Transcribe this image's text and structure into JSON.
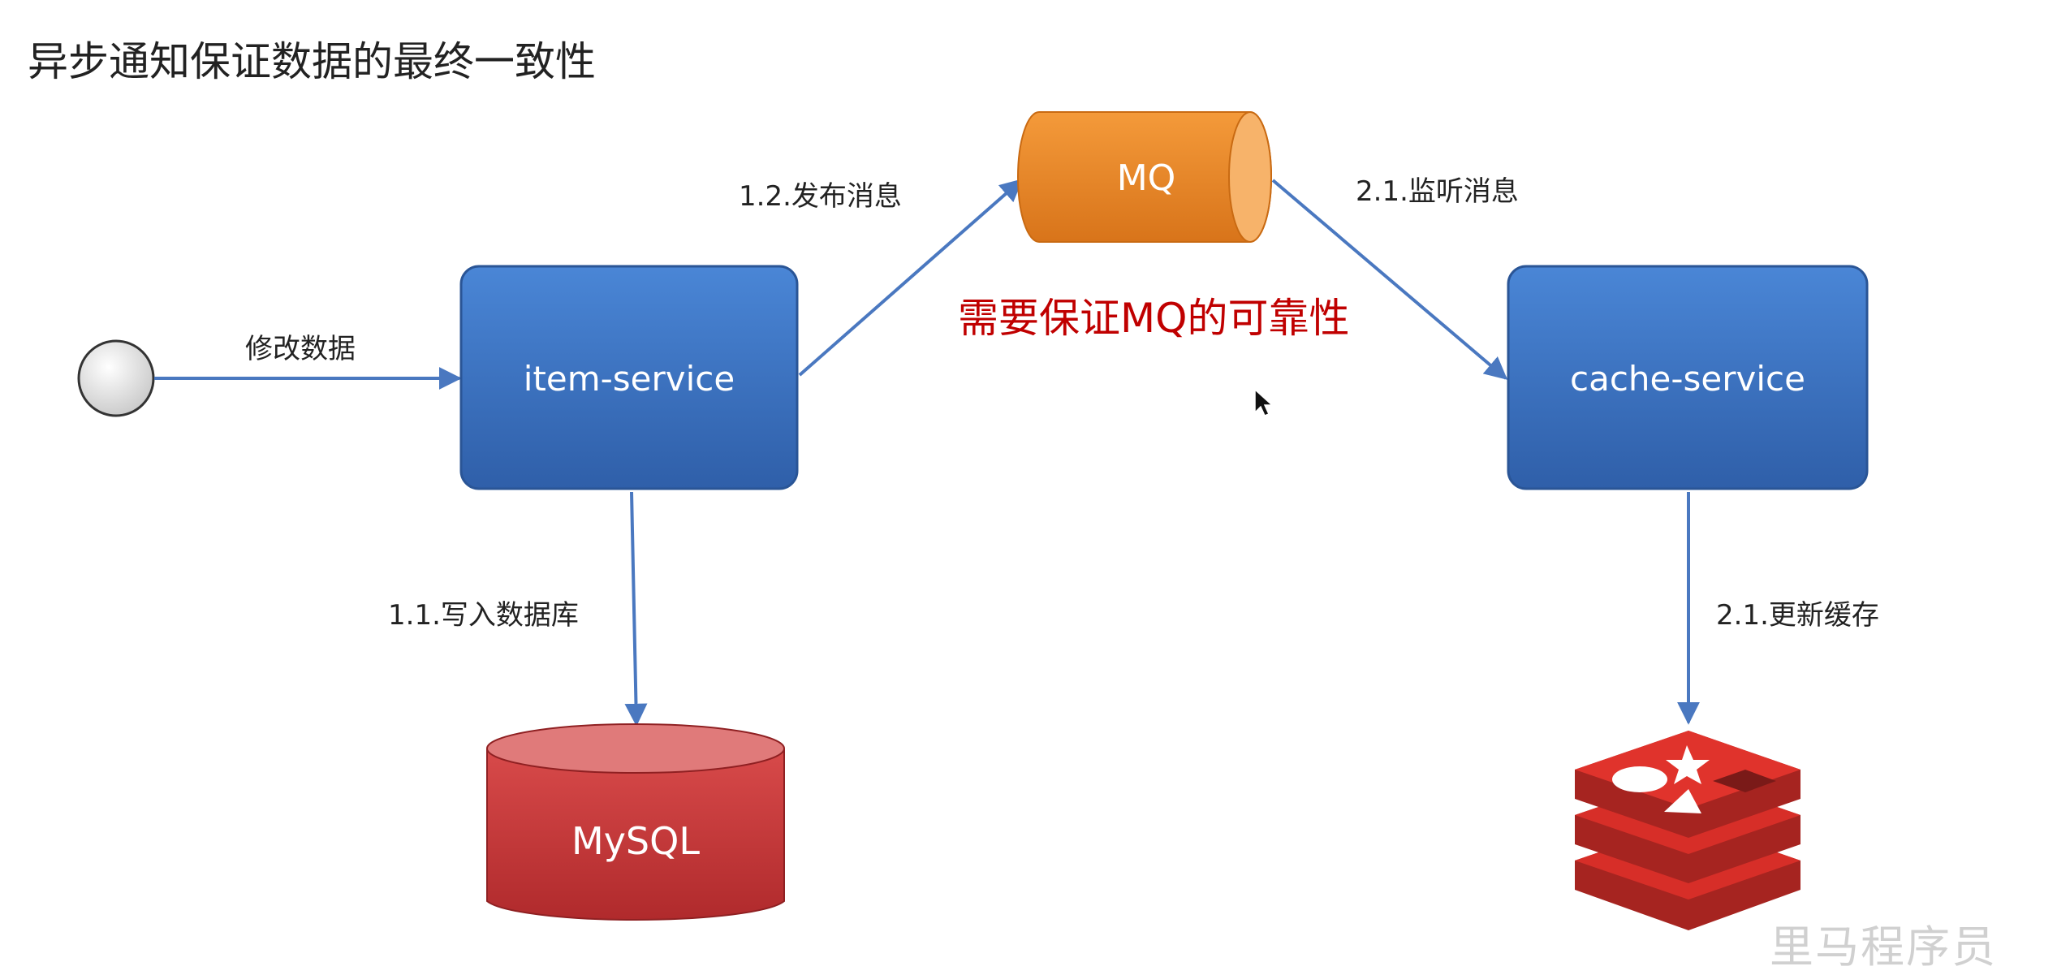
{
  "title": "异步通知保证数据的最终一致性",
  "nodes": {
    "item_service": "item-service",
    "cache_service": "cache-service",
    "mq": "MQ",
    "mysql": "MySQL"
  },
  "edges": {
    "modify_data": "修改数据",
    "publish_message": "1.2.发布消息",
    "listen_message": "2.1.监听消息",
    "write_db": "1.1.写入数据库",
    "update_cache": "2.1.更新缓存"
  },
  "note": "需要保证MQ的可靠性",
  "watermark": "里马程序员",
  "colors": {
    "service_blue": "#3a72c4",
    "mq_orange": "#f08a24",
    "mysql_red": "#c8393b",
    "redis_red": "#d72e28",
    "arrow": "#4a78c0",
    "note_red": "#c00000"
  }
}
